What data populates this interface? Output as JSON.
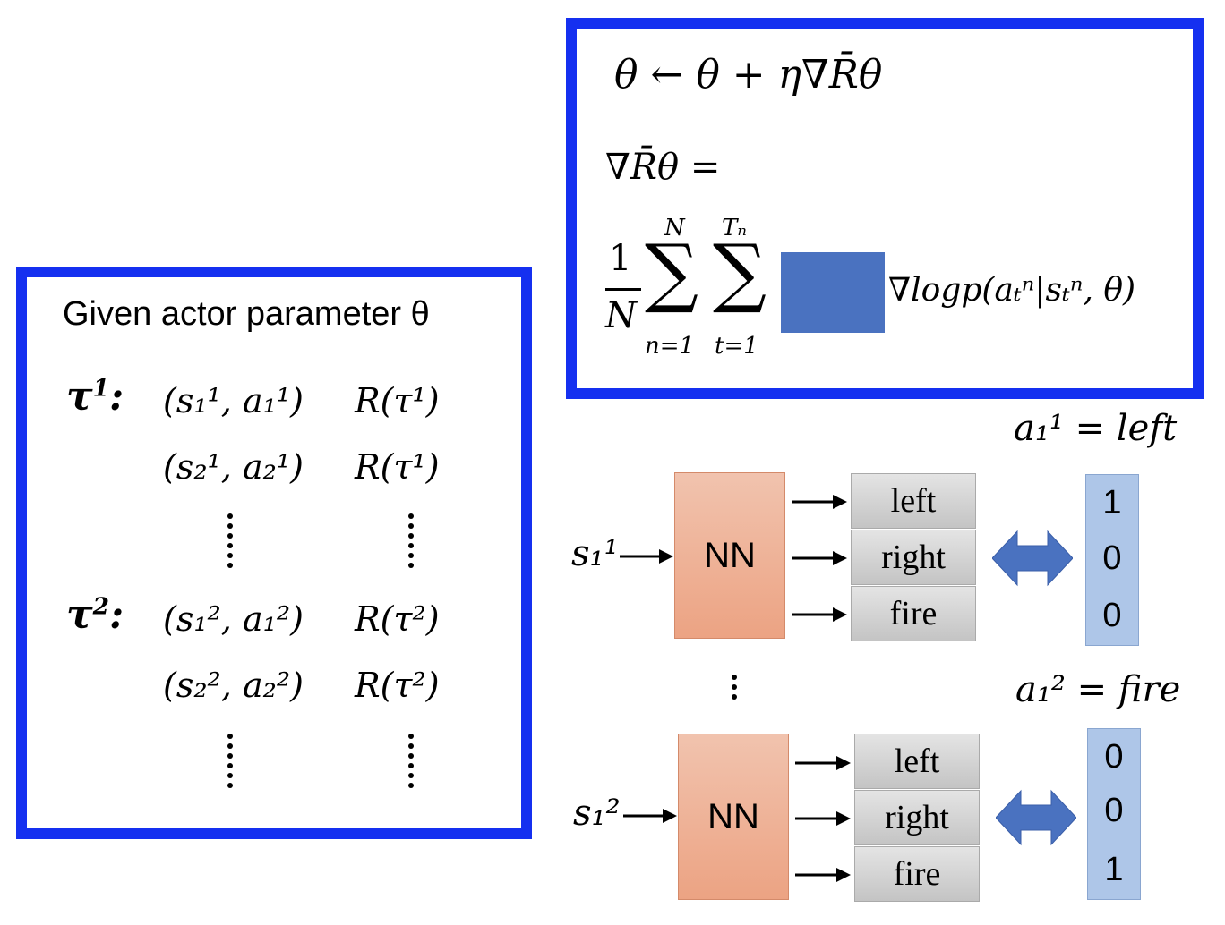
{
  "left_panel": {
    "title": "Given actor parameter θ",
    "trajectories": [
      {
        "tau_label": "τ",
        "tau_sup": "1",
        "colon": ":",
        "rows": [
          {
            "pair": "(s₁¹, a₁¹)",
            "reward": "R(τ¹)"
          },
          {
            "pair": "(s₂¹, a₂¹)",
            "reward": "R(τ¹)"
          }
        ]
      },
      {
        "tau_label": "τ",
        "tau_sup": "2",
        "colon": ":",
        "rows": [
          {
            "pair": "(s₁², a₁²)",
            "reward": "R(τ²)"
          },
          {
            "pair": "(s₂², a₂²)",
            "reward": "R(τ²)"
          }
        ]
      }
    ]
  },
  "formula_panel": {
    "update_rule": "θ ← θ + η∇R̄θ",
    "grad_label": "∇R̄θ =",
    "frac_num": "1",
    "frac_den": "N",
    "sum1_top": "N",
    "sum1_bottom": "n=1",
    "sum2_top": "Tₙ",
    "sum2_bottom": "t=1",
    "sum_symbol": "∑",
    "log_term": "∇logp(aₜⁿ|sₜⁿ, θ)"
  },
  "networks": [
    {
      "state_label": "s₁¹",
      "nn_label": "NN",
      "options": [
        "left",
        "right",
        "fire"
      ],
      "action_label": "a₁¹ = left",
      "one_hot": [
        "1",
        "0",
        "0"
      ]
    },
    {
      "state_label": "s₁²",
      "nn_label": "NN",
      "options": [
        "left",
        "right",
        "fire"
      ],
      "action_label": "a₁² = fire",
      "one_hot": [
        "0",
        "0",
        "1"
      ]
    }
  ],
  "colors": {
    "frame_blue": "#1530f0",
    "placeholder_blue": "#4a72c0",
    "nn_fill": "#eca383",
    "vector_fill": "#aec6e8",
    "arrow_blue": "#4a72c0"
  }
}
